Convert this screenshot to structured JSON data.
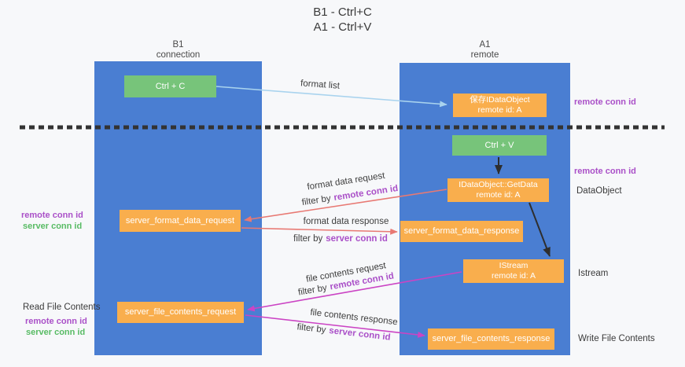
{
  "title": {
    "line1": "B1 - Ctrl+C",
    "line2": "A1 - Ctrl+V"
  },
  "columns": {
    "left": {
      "name": "B1",
      "role": "connection"
    },
    "right": {
      "name": "A1",
      "role": "remote"
    }
  },
  "nodes": {
    "ctrl_c": {
      "label": "Ctrl + C"
    },
    "save_dataobject": {
      "line1": "保存IDataObject",
      "line2": "remote id: A"
    },
    "ctrl_v": {
      "label": "Ctrl + V"
    },
    "getdata": {
      "line1": "IDataObject::GetData",
      "line2": "remote id: A"
    },
    "server_format_data_request": {
      "label": "server_format_data_request"
    },
    "server_format_data_response": {
      "label": "server_format_data_response"
    },
    "istream": {
      "line1": "IStream",
      "line2": "remote id: A"
    },
    "server_file_contents_request": {
      "label": "server_file_contents_request"
    },
    "server_file_contents_response": {
      "label": "server_file_contents_response"
    }
  },
  "arrows": {
    "format_list": {
      "label": "format list"
    },
    "format_data_request": {
      "label": "format data request",
      "filter_prefix": "filter by",
      "filter_id": "remote conn id"
    },
    "format_data_response": {
      "label": "format data response",
      "filter_prefix": "filter by",
      "filter_id": "server conn id"
    },
    "file_contents_request": {
      "label": "file contents request",
      "filter_prefix": "filter by",
      "filter_id": "remote conn id"
    },
    "file_contents_response": {
      "label": "file contents response",
      "filter_prefix": "filter by",
      "filter_id": "server conn id"
    }
  },
  "side_labels": {
    "right_top_remote_conn_id": "remote conn id",
    "right_mid_remote_conn_id": "remote conn id",
    "right_dataobject": "DataObject",
    "right_istream": "Istream",
    "right_write_file_contents": "Write File Contents",
    "left_remote_conn_id": "remote conn id",
    "left_server_conn_id": "server conn id",
    "left_read_file_contents": "Read File Contents",
    "left_remote_conn_id2": "remote conn id",
    "left_server_conn_id2": "server conn id"
  },
  "colors": {
    "background": "#f7f8fa",
    "lifeline_blue": "#4a7ed2",
    "green_box": "#77c47a",
    "orange_box": "#f9ae4d",
    "purple_text": "#aa50c8",
    "green_text": "#58bb64",
    "blue_arrow": "#a9d3ee",
    "salmon_arrow": "#e87973",
    "magenta_arrow": "#cb44c4",
    "black_arrow": "#2e2e2e",
    "dashed_line": "#333333"
  }
}
